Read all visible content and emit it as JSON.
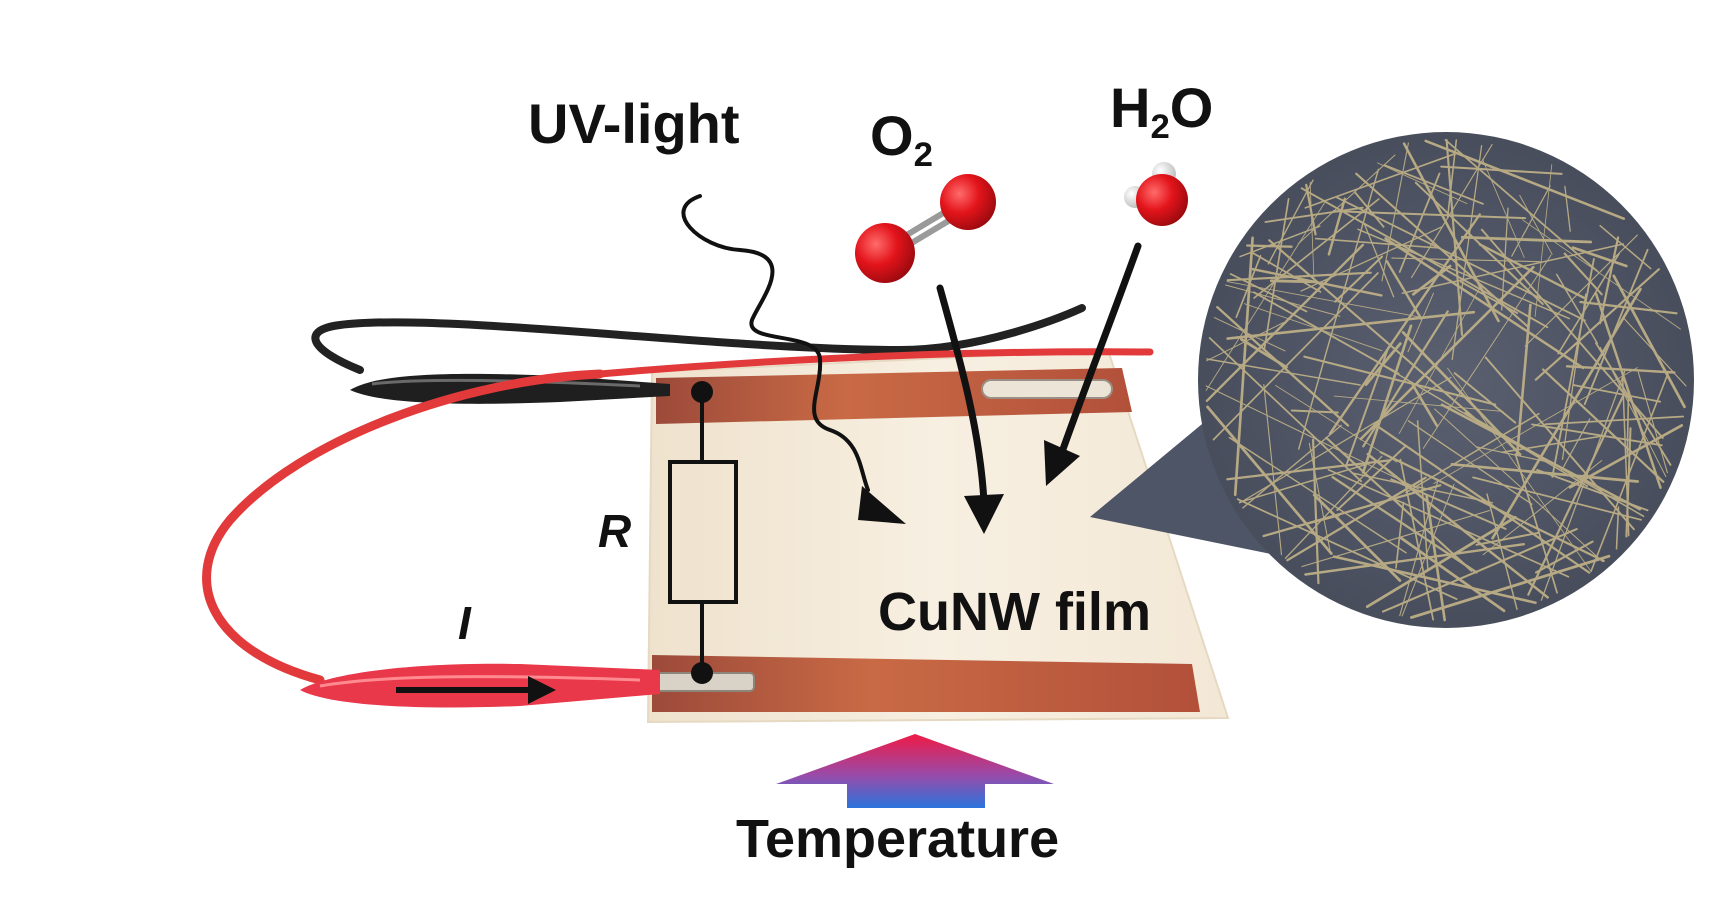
{
  "labels": {
    "uv_light": "UV-light",
    "o2_main": "O",
    "o2_sub": "2",
    "h2o_h": "H",
    "h2o_sub": "2",
    "h2o_o": "O",
    "resistor": "R",
    "current": "I",
    "film": "CuNW film",
    "temperature": "Temperature"
  },
  "colors": {
    "text": "#111111",
    "film_substrate": "#f4ead8",
    "copper_electrode": "#b5533a",
    "red_wire": "#e43a3a",
    "black_wire": "#222222",
    "oxygen_atom": "#e3141b",
    "hydrogen_atom": "#f2f2f2",
    "micrograph_bg": "#4e5566",
    "nanowire": "#c9b98a",
    "temp_arrow_top": "#e8184a",
    "temp_arrow_bottom": "#2e6fd6"
  },
  "icons": {
    "o2_molecule": "oxygen-molecule-icon",
    "h2o_molecule": "water-molecule-icon",
    "micrograph": "nanowire-micrograph-icon"
  }
}
